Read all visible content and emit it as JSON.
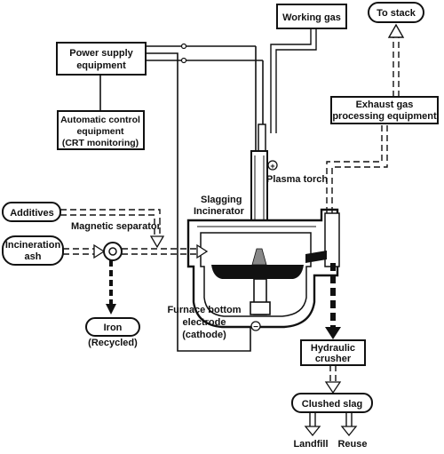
{
  "diagram": {
    "labels": {
      "working_gas": "Working gas",
      "to_stack": "To stack",
      "power_supply_1": "Power supply",
      "power_supply_2": "equipment",
      "auto_control_1": "Automatic control",
      "auto_control_2": "equipment",
      "auto_control_3": "(CRT monitoring)",
      "exhaust_1": "Exhaust gas",
      "exhaust_2": "processing equipment",
      "plasma_torch": "Plasma torch",
      "slagging_1": "Slagging",
      "slagging_2": "Incinerator",
      "additives": "Additives",
      "magnetic_separator": "Magnetic separator",
      "incineration_1": "Incineration",
      "incineration_2": "ash",
      "iron_1": "Iron",
      "iron_2": "(Recycled)",
      "furnace_1": "Furnace bottom",
      "furnace_2": "electrode",
      "furnace_3": "(cathode)",
      "plus_sign": "+",
      "minus_sign": "−",
      "hydraulic_1": "Hydraulic",
      "hydraulic_2": "crusher",
      "crushed_slag": "Clushed slag",
      "landfill": "Landfill",
      "reuse": "Reuse"
    }
  }
}
